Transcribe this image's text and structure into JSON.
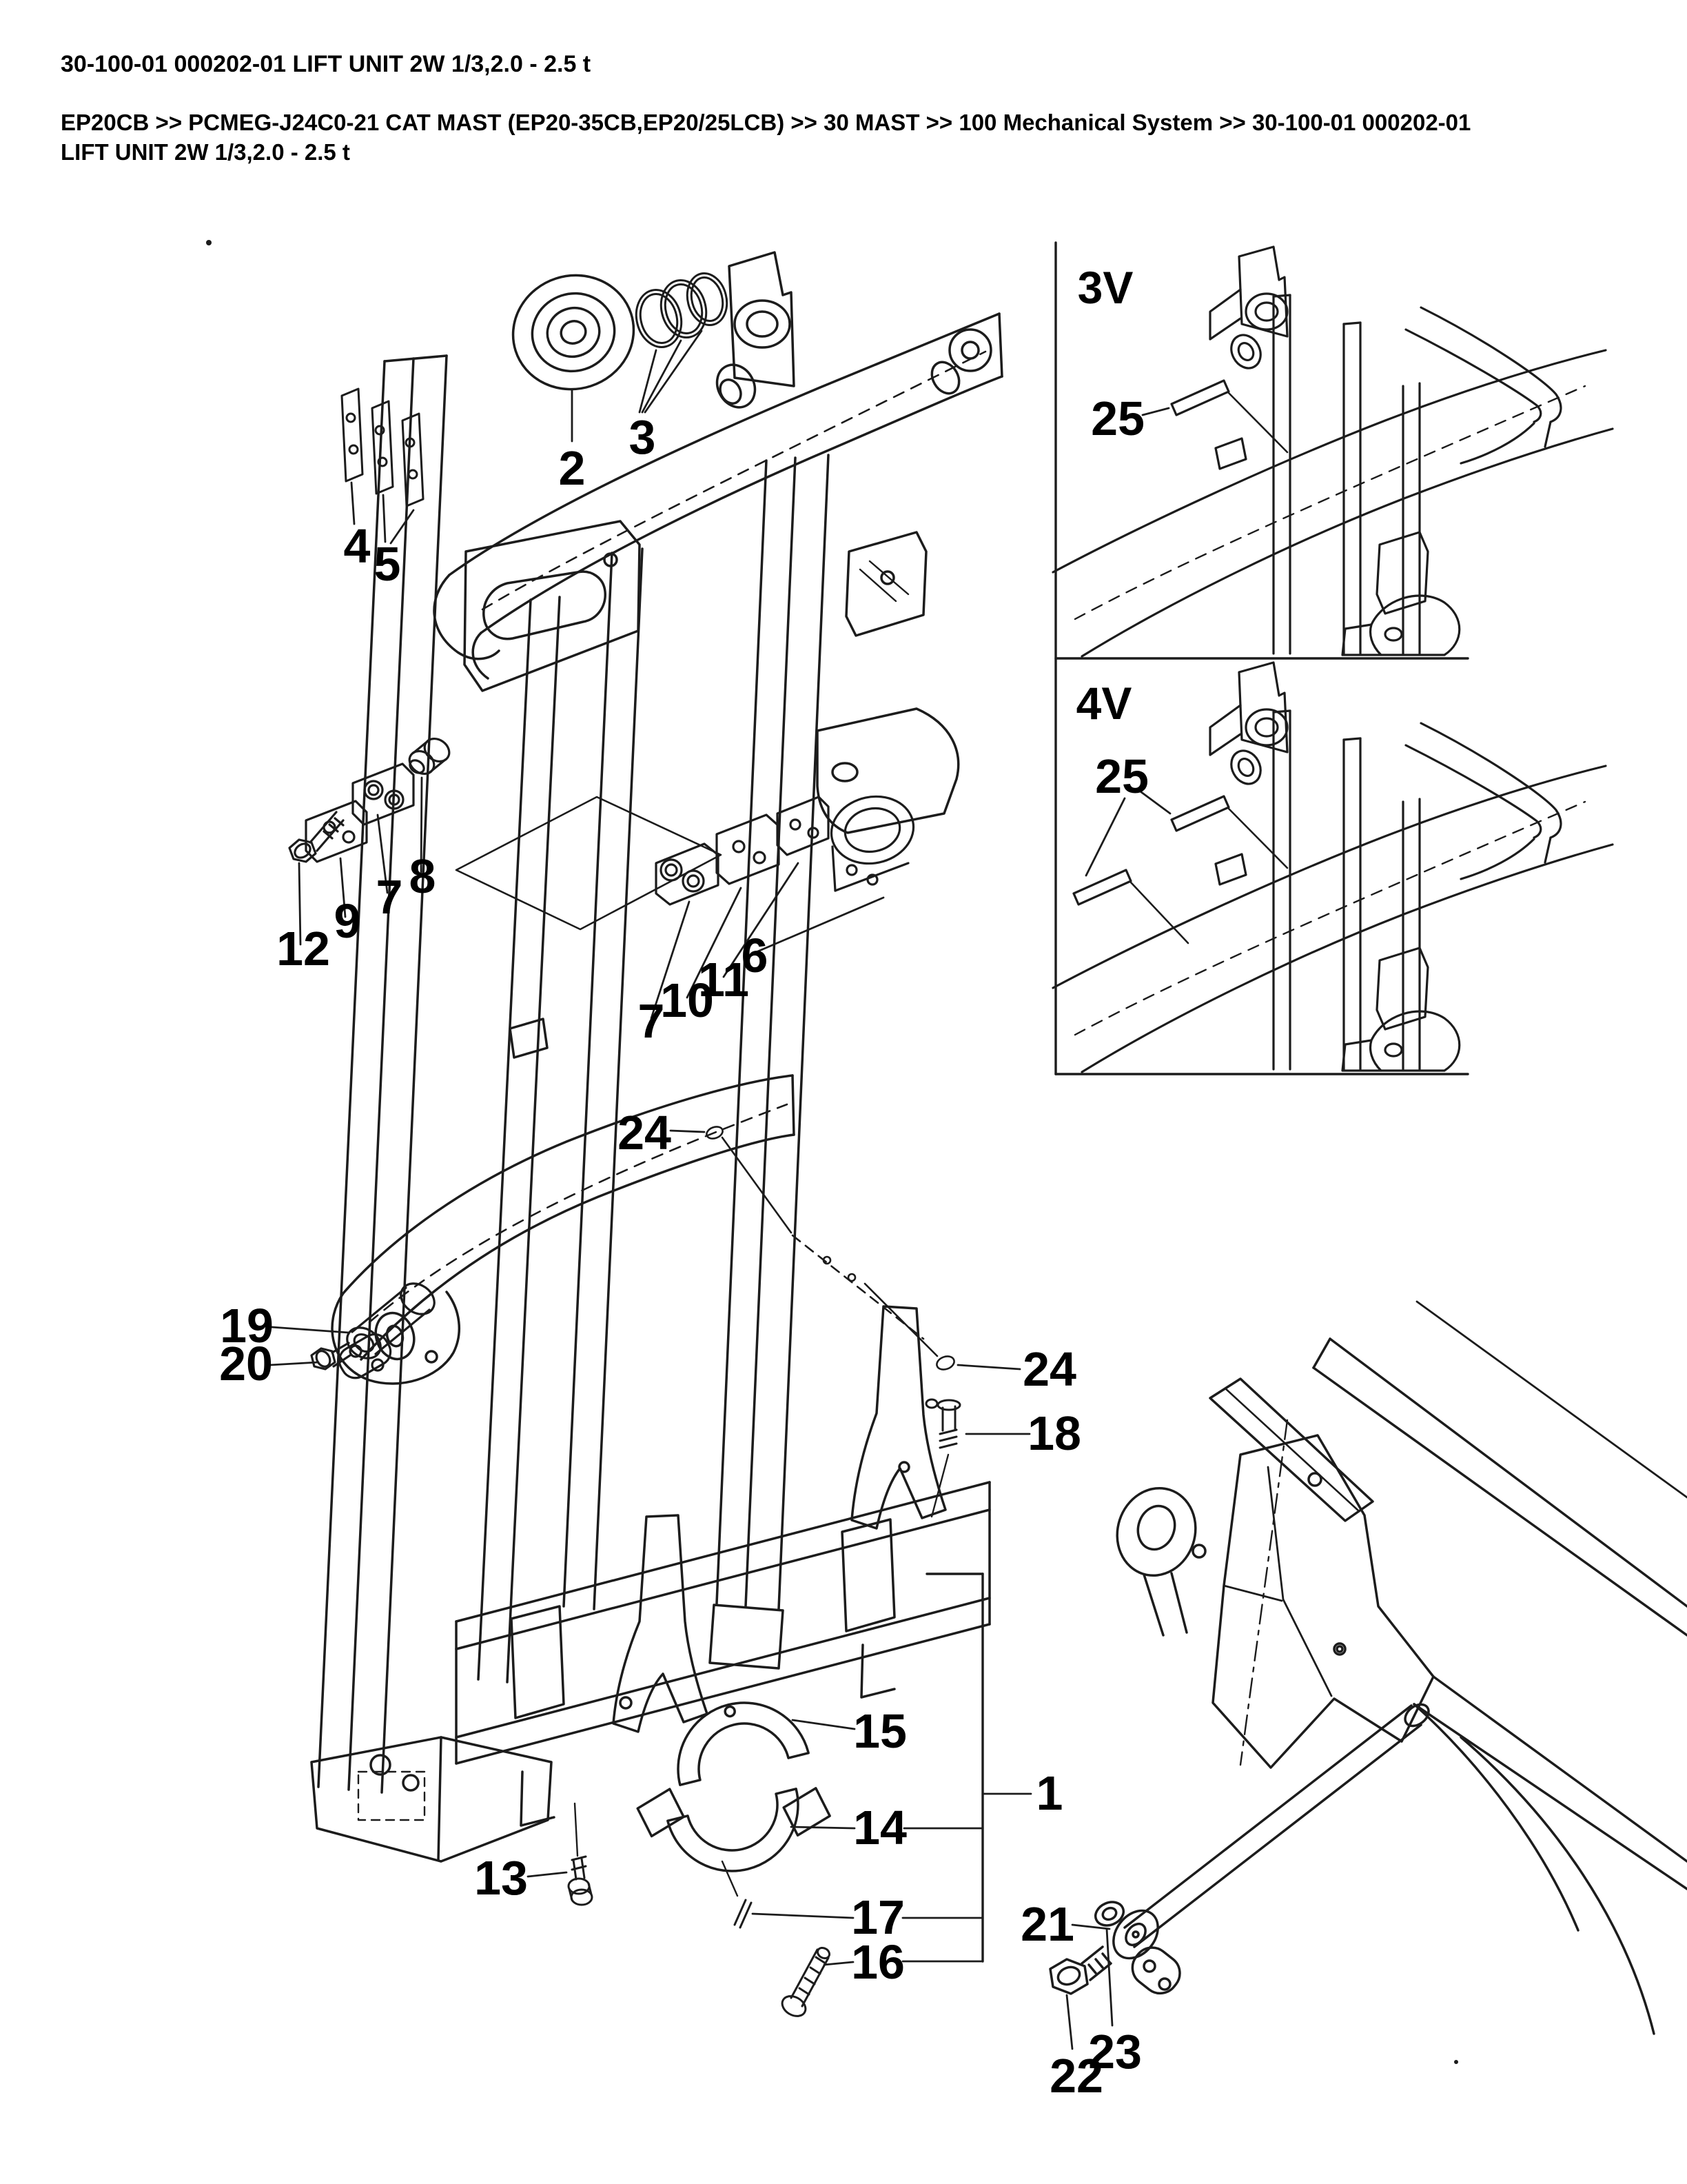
{
  "page": {
    "title": "30-100-01 000202-01 LIFT UNIT 2W 1/3,2.0 - 2.5 t",
    "breadcrumb_line1": "EP20CB >> PCMEG-J24C0-21 CAT MAST (EP20-35CB,EP20/25LCB) >> 30 MAST >> 100 Mechanical System >> 30-100-01 000202-01",
    "breadcrumb_line2": "LIFT UNIT 2W 1/3,2.0 - 2.5 t"
  },
  "colors": {
    "background": "#ffffff",
    "line": "#1c1c1c",
    "text": "#000000"
  },
  "insets": {
    "box1": {
      "label": "3V",
      "part": "25"
    },
    "box2": {
      "label": "4V",
      "part": "25"
    }
  },
  "callouts": {
    "c1": "1",
    "c2": "2",
    "c3": "3",
    "c4": "4",
    "c5": "5",
    "c6": "6",
    "c7a": "7",
    "c7b": "7",
    "c8": "8",
    "c9": "9",
    "c10": "10",
    "c11": "11",
    "c12": "12",
    "c13": "13",
    "c14": "14",
    "c15": "15",
    "c16": "16",
    "c17": "17",
    "c18": "18",
    "c19": "19",
    "c20": "20",
    "c21": "21",
    "c22": "22",
    "c23": "23",
    "c24a": "24",
    "c24b": "24",
    "c25a": "25",
    "c25b": "25"
  }
}
